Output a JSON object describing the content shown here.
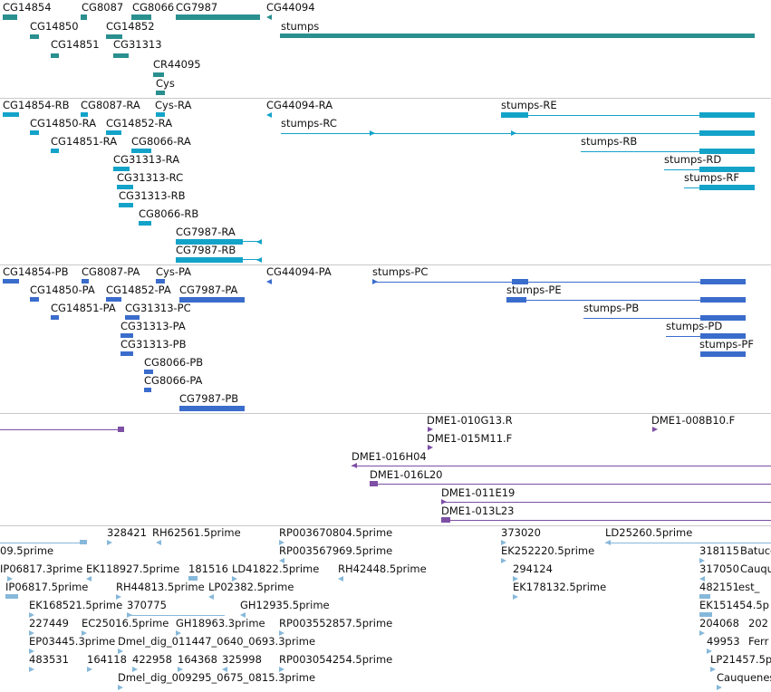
{
  "tracks": [
    {
      "name": "gene-track",
      "color": "#2a8f8f",
      "labels": [
        "CG14854",
        "CG8087",
        "CG8066",
        "CG7987",
        "CG44094",
        "stumps",
        "CG14850",
        "CG14852",
        "CG14851",
        "CG31313",
        "CR44095",
        "Cys"
      ]
    },
    {
      "name": "transcript-track",
      "color": "#13a3c9",
      "labels": [
        "CG14854-RB",
        "CG8087-RA",
        "Cys-RA",
        "CG44094-RA",
        "stumps-RE",
        "CG14850-RA",
        "CG14852-RA",
        "stumps-RC",
        "CG14851-RA",
        "CG8066-RA",
        "stumps-RB",
        "CG31313-RA",
        "stumps-RD",
        "CG31313-RC",
        "stumps-RF",
        "CG31313-RB",
        "CG8066-RB",
        "CG7987-RA",
        "CG7987-RB"
      ]
    },
    {
      "name": "protein-track",
      "color": "#3a6ccc",
      "labels": [
        "CG14854-PB",
        "CG8087-PA",
        "Cys-PA",
        "CG44094-PA",
        "stumps-PC",
        "CG14850-PA",
        "CG14852-PA",
        "CG7987-PA",
        "stumps-PE",
        "CG14851-PA",
        "CG31313-PC",
        "stumps-PB",
        "CG31313-PA",
        "stumps-PD",
        "CG31313-PB",
        "stumps-PF",
        "CG8066-PB",
        "CG8066-PA",
        "CG7987-PB"
      ]
    },
    {
      "name": "clone-track",
      "color": "#7d4fa5",
      "labels": [
        "DME1-010G13.R",
        "DME1-008B10.F",
        "DME1-015M11.F",
        "DME1-016H04",
        "DME1-016L20",
        "DME1-011E19",
        "DME1-013L23"
      ]
    },
    {
      "name": "est-track",
      "color": "#86b8da",
      "labels": [
        "328421",
        "RH62561.5prime",
        "RP003670804.5prime",
        "373020",
        "LD25260.5prime",
        "09.5prime",
        "RP003567969.5prime",
        "EK252220.5prime",
        "318115",
        "Batuce",
        "IP06817.3prime",
        "EK118927.5prime",
        "181516",
        "LD41822.5prime",
        "RH42448.5prime",
        "294124",
        "317050",
        "Cauque",
        "IP06817.5prime",
        "RH44813.5prime",
        "LP02382.5prime",
        "EK178132.5prime",
        "482151",
        "est_",
        "EK168521.5prime",
        "370775",
        "GH12935.5prime",
        "EK151454.5p",
        "227449",
        "EC25016.5prime",
        "GH18963.3prime",
        "RP003552857.5prime",
        "204068",
        "202",
        "EP03445.3prime",
        "Dmel_dig_011447_0640_0693.3prime",
        "49953",
        "Ferr",
        "483531",
        "164118",
        "422958",
        "164368",
        "325998",
        "RP003054254.5prime",
        "LP21457.5p",
        "Dmel_dig_009295_0675_0815.3prime",
        "Cauquenes"
      ]
    }
  ]
}
